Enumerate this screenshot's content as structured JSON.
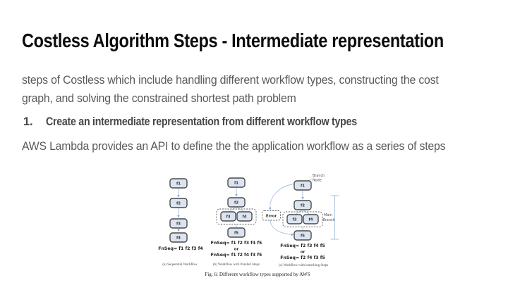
{
  "slide": {
    "title": "Costless Algorithm Steps - Intermediate representation",
    "body_lines": [
      "steps of Costless which include handling different workflow types, constructing the cost",
      "graph, and solving the constrained shortest path problem"
    ],
    "list_item": {
      "number": "1.",
      "text": "Create an intermediate representation from different workflow types"
    },
    "subtext": "AWS Lambda provides an API to define the the application workflow as a series of steps"
  },
  "figure": {
    "caption": "Fig. 6: Different workflow types supported by AWS",
    "colors": {
      "box_fill": "#dbe4f0",
      "box_stroke": "#4a4a4a",
      "connector": "#a6c1dd",
      "dashed_stroke": "#5f5f5f"
    },
    "diagram_a": {
      "boxes": [
        "f1",
        "f2",
        "f3",
        "f4"
      ],
      "fnseq": "FnSeq= f1 f2 f3 f4",
      "caption": "(a) Sequential Workflow"
    },
    "diagram_b": {
      "boxes": [
        "f1",
        "f2",
        "f3",
        "f4",
        "f5"
      ],
      "fnseq1": "FnSeq= f1 f2 f3 f4 f5",
      "or": "or",
      "fnseq2": "FnSeq= f1 f2 f4 f3 f5",
      "caption": "(b) Workflow with Parallel Steps"
    },
    "diagram_c": {
      "boxes": [
        "f1",
        "f2",
        "f3",
        "f4",
        "f5"
      ],
      "error": "Error",
      "branch_node": [
        "Branch",
        "Node"
      ],
      "main_branch": [
        "Main",
        "Branch"
      ],
      "fnseq1": "FnSeq= f2 f3 f4 f5",
      "or": "or",
      "fnseq2": "FnSeq= f2 f4 f3 f5",
      "caption": "(c) Workflow with branching Steps"
    }
  }
}
